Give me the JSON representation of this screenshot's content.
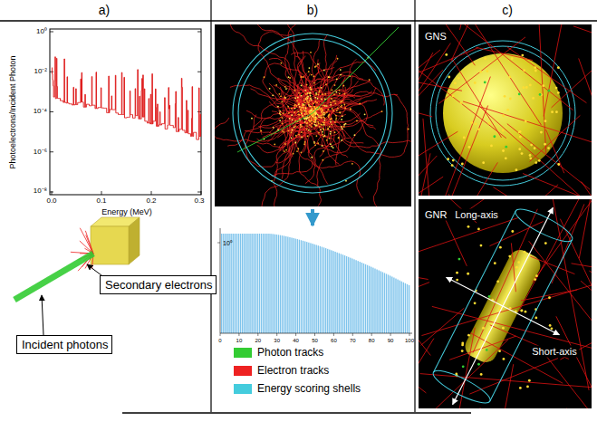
{
  "diagram": {
    "nodes": [
      {
        "text": [
          "Secondary electrons"
        ]
      },
      {
        "text": [
          "Incident photons"
        ]
      }
    ],
    "labels": [
      "a)",
      "b)",
      "c)",
      "Photoelectrons/Incident Photon",
      "10⁰",
      "10⁻²",
      "10⁻⁴",
      "10⁻⁶",
      "10⁻⁸",
      "0.0",
      "0.1",
      "0.2",
      "0.3",
      "Energy (MeV)",
      "10⁰",
      "0",
      "10",
      "20",
      "30",
      "40",
      "50",
      "60",
      "70",
      "80",
      "90",
      "100",
      "GNS",
      "GNR",
      "Long-axis",
      "Short-axis"
    ],
    "legend": [
      {
        "text": "Photon tracks",
        "color": "#33cc33"
      },
      {
        "text": "Electron tracks",
        "color": "#ee2222"
      },
      {
        "text": "Energy scoring shells",
        "color": "#44ccdd"
      }
    ]
  }
}
